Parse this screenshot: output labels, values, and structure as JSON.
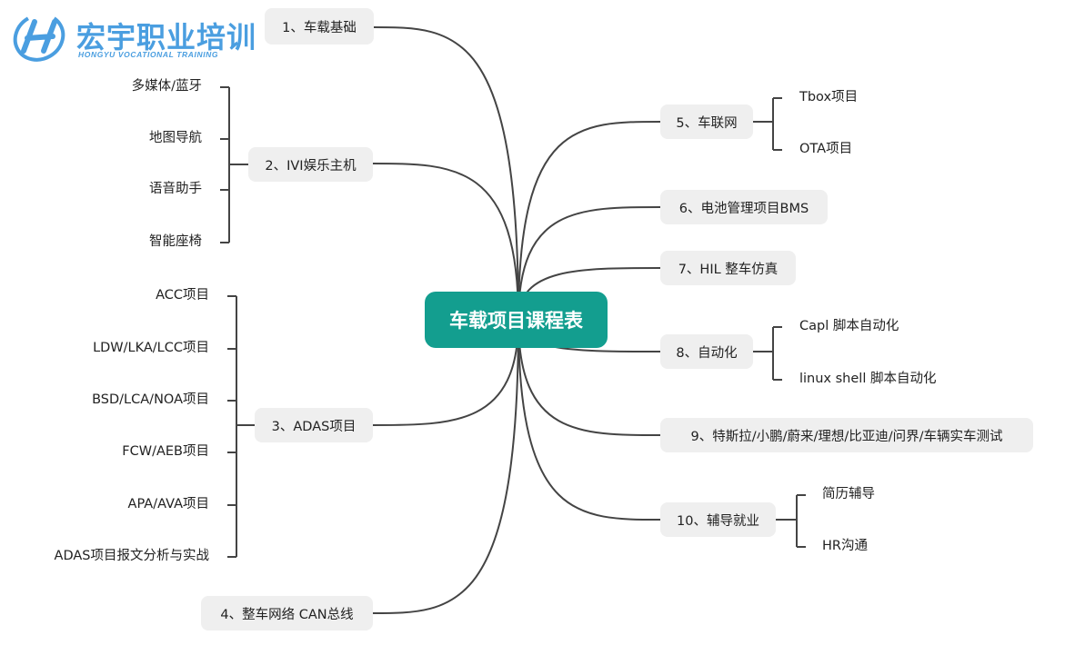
{
  "logo": {
    "name_cn": "宏宇职业培训",
    "name_en": "HONGYU VOCATIONAL TRAINING",
    "color": "#4a9ee0"
  },
  "center": {
    "label": "车载项目课程表",
    "color": "#139e8f"
  },
  "branches": [
    {
      "label": "1、车载基础",
      "children": []
    },
    {
      "label": "2、IVI娱乐主机",
      "children": [
        "多媒体/蓝牙",
        "地图导航",
        "语音助手",
        "智能座椅"
      ]
    },
    {
      "label": "3、ADAS项目",
      "children": [
        "ACC项目",
        "LDW/LKA/LCC项目",
        "BSD/LCA/NOA项目",
        "FCW/AEB项目",
        "APA/AVA项目",
        "ADAS项目报文分析与实战"
      ]
    },
    {
      "label": "4、整车网络 CAN总线",
      "children": []
    },
    {
      "label": "5、车联网",
      "children": [
        "Tbox项目",
        "OTA项目"
      ]
    },
    {
      "label": "6、电池管理项目BMS",
      "children": []
    },
    {
      "label": "7、HIL 整车仿真",
      "children": []
    },
    {
      "label": "8、自动化",
      "children": [
        "Capl 脚本自动化",
        "linux shell 脚本自动化"
      ]
    },
    {
      "label": "9、特斯拉/小鹏/蔚来/理想/比亚迪/问界/车辆实车测试",
      "children": []
    },
    {
      "label": "10、辅导就业",
      "children": [
        "简历辅导",
        "HR沟通"
      ]
    }
  ]
}
